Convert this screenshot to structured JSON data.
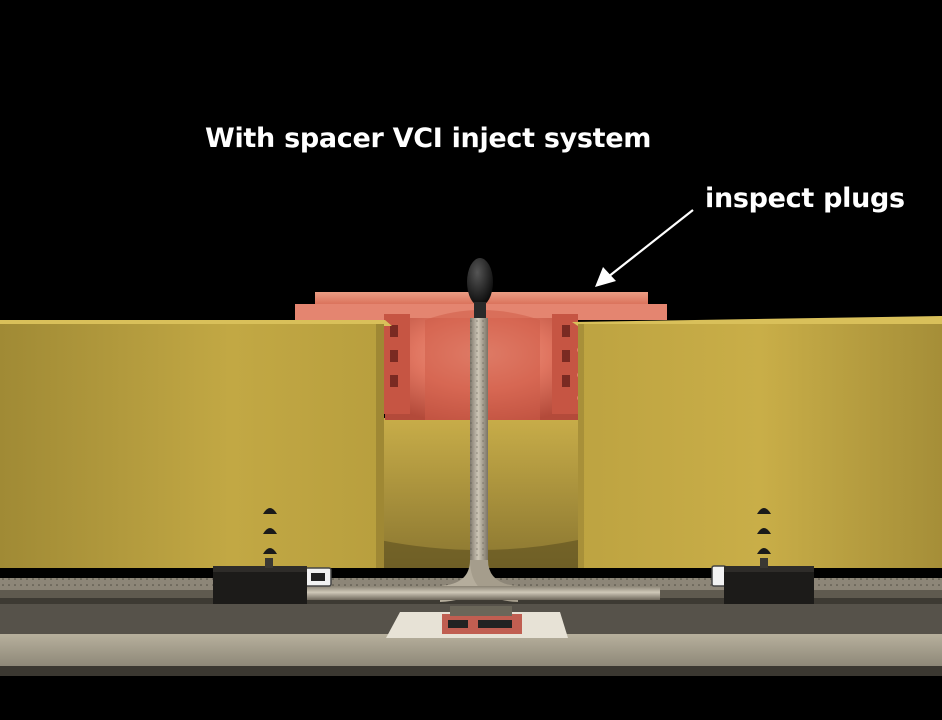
{
  "scene": {
    "title": "With spacer VCI inject system",
    "callout_label": "inspect plugs",
    "objects": [
      "left-block",
      "right-block",
      "spacer-cap",
      "inject-tube",
      "nozzle-tip",
      "inspect-plug",
      "tube-fitting",
      "conveyor-rail",
      "base-platform",
      "support-block",
      "product-tag"
    ]
  },
  "colors": {
    "background": "#000000",
    "block_face": "#c4aa45",
    "block_top": "#d9c05a",
    "spacer": "#e2765f",
    "spacer_dark": "#b8483a",
    "tube": "#a9a192",
    "platform": "#a09a88",
    "label": "#ffffff"
  }
}
